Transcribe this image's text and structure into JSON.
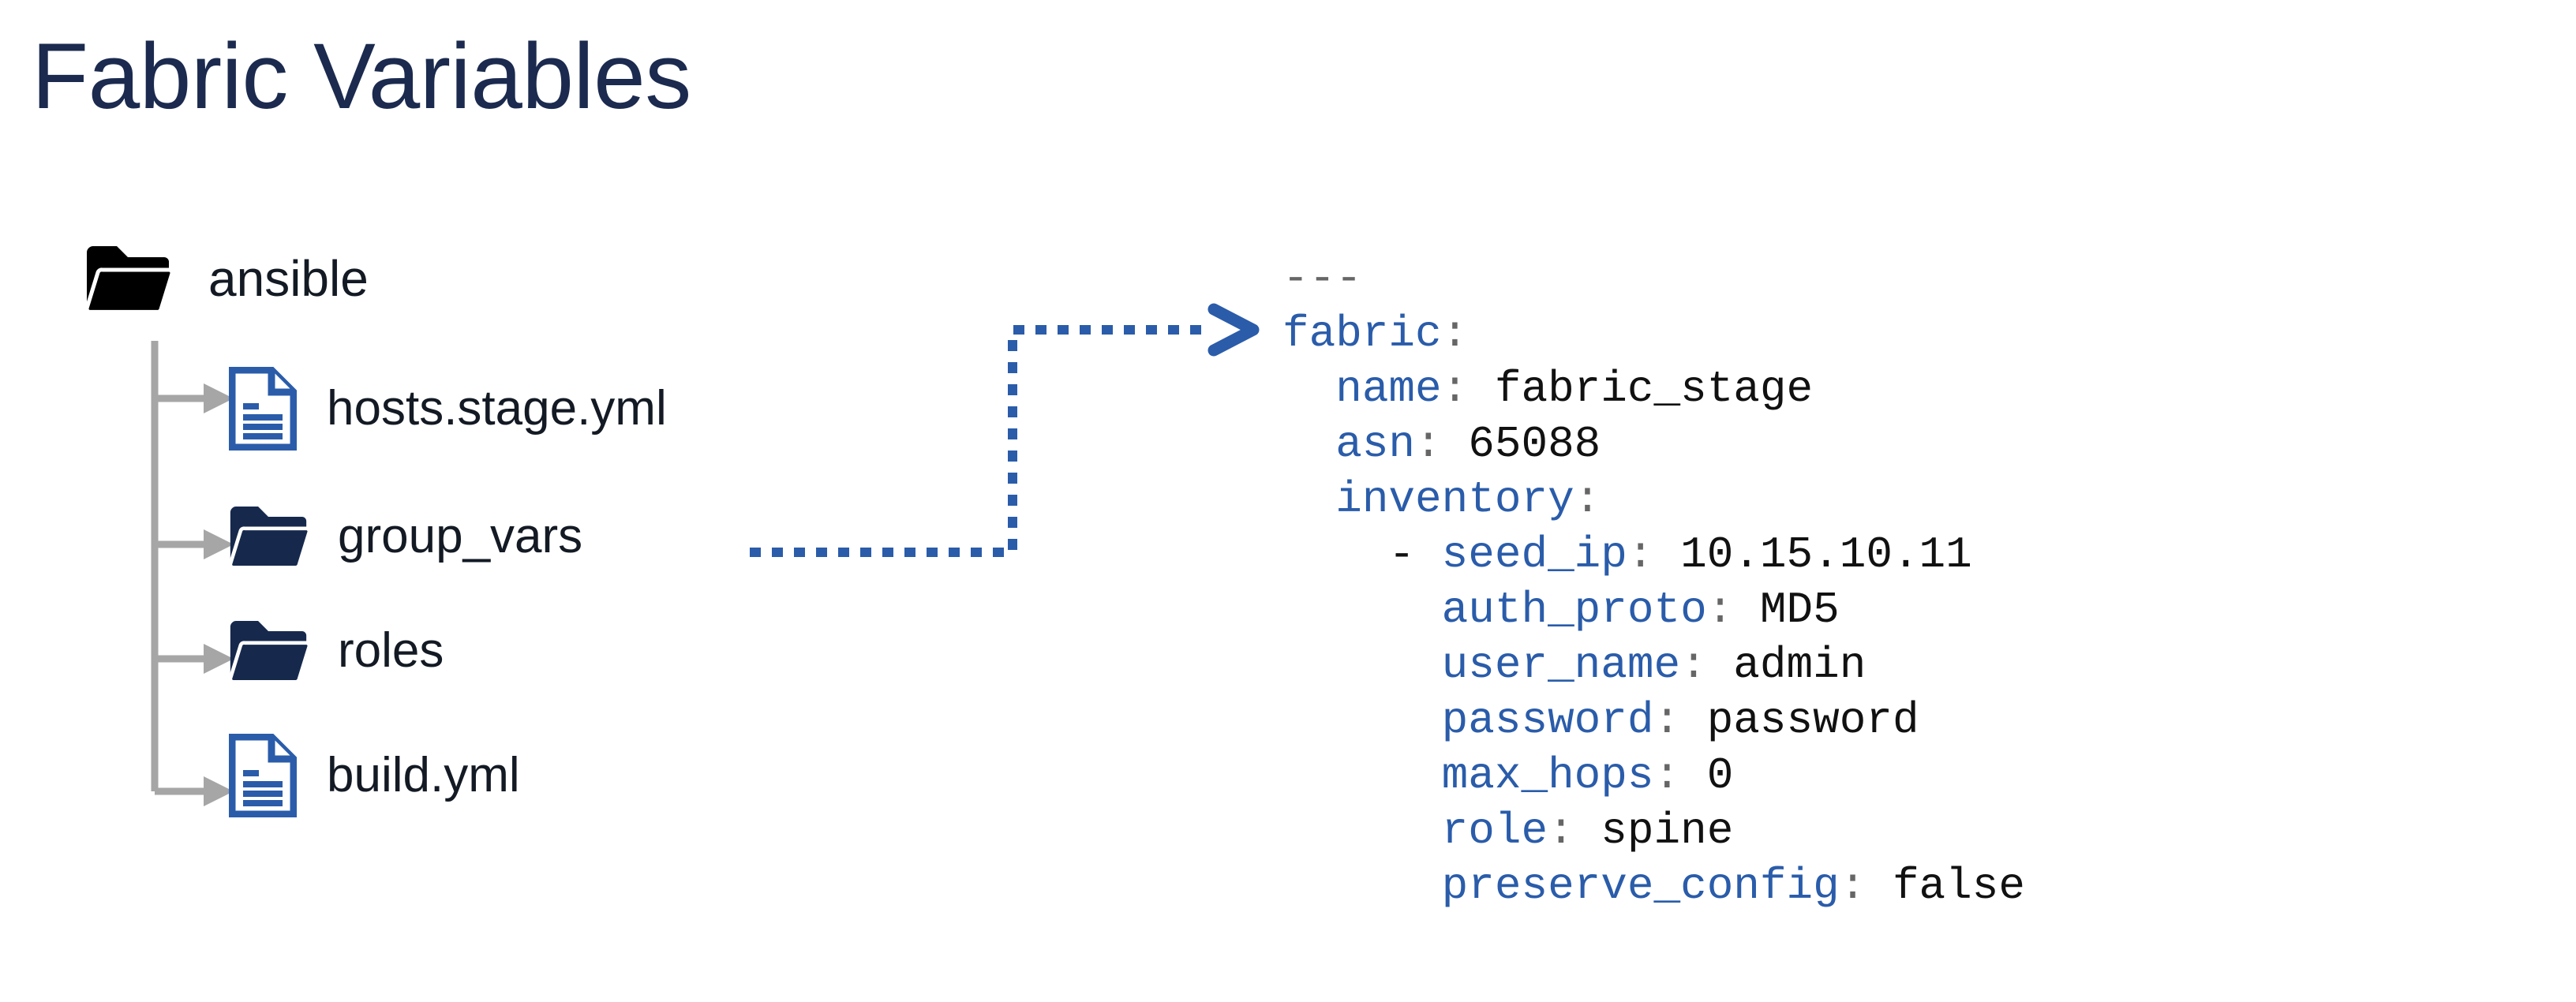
{
  "slide": {
    "title": "Fabric Variables",
    "title_color": "#1b2a4e",
    "background": "#ffffff"
  },
  "colors": {
    "navy": "#16294d",
    "blue": "#2a5caa",
    "gray_connector": "#a6a6a6",
    "code_key": "#2a5caa",
    "code_value": "#111111",
    "code_punct": "#666666",
    "black": "#000000"
  },
  "file_tree": {
    "root": {
      "label": "ansible",
      "icon": "folder-open-icon",
      "icon_color": "#000000"
    },
    "children": [
      {
        "label": "hosts.stage.yml",
        "icon": "file-document-icon",
        "icon_color": "#2a5caa"
      },
      {
        "label": "group_vars",
        "icon": "folder-open-icon",
        "icon_color": "#16294d"
      },
      {
        "label": "roles",
        "icon": "folder-open-icon",
        "icon_color": "#16294d"
      },
      {
        "label": "build.yml",
        "icon": "file-document-icon",
        "icon_color": "#2a5caa"
      }
    ]
  },
  "connector": {
    "from": "group_vars",
    "to": "yaml-block",
    "style": "dotted",
    "color": "#2a5caa",
    "arrowhead": "chevron-right-icon"
  },
  "code_block": {
    "language": "yaml",
    "lines": [
      {
        "indent": "",
        "doc": "---"
      },
      {
        "indent": "",
        "key": "fabric",
        "colon": ":",
        "value": ""
      },
      {
        "indent": "  ",
        "key": "name",
        "colon": ":",
        "value": " fabric_stage"
      },
      {
        "indent": "  ",
        "key": "asn",
        "colon": ":",
        "value": " 65088"
      },
      {
        "indent": "  ",
        "key": "inventory",
        "colon": ":",
        "value": ""
      },
      {
        "indent": "    ",
        "dash": "- ",
        "key": "seed_ip",
        "colon": ":",
        "value": " 10.15.10.11"
      },
      {
        "indent": "      ",
        "key": "auth_proto",
        "colon": ":",
        "value": " MD5"
      },
      {
        "indent": "      ",
        "key": "user_name",
        "colon": ":",
        "value": " admin"
      },
      {
        "indent": "      ",
        "key": "password",
        "colon": ":",
        "value": " password"
      },
      {
        "indent": "      ",
        "key": "max_hops",
        "colon": ":",
        "value": " 0"
      },
      {
        "indent": "      ",
        "key": "role",
        "colon": ":",
        "value": " spine"
      },
      {
        "indent": "      ",
        "key": "preserve_config",
        "colon": ":",
        "value": " false"
      }
    ]
  }
}
